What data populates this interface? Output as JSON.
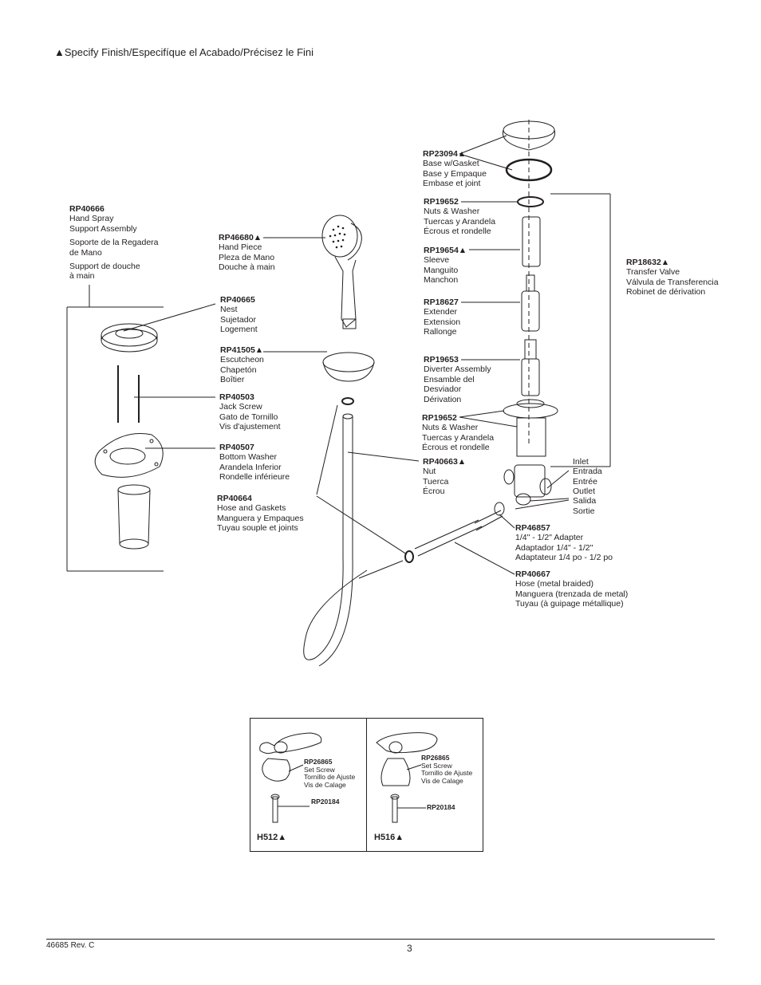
{
  "header": {
    "specify_note": "▲Specify Finish/Especifíque el Acabado/Précisez le Fini"
  },
  "parts": {
    "rp40666": {
      "code": "RP40666",
      "l1": "Hand Spray",
      "l2": "Support Assembly",
      "l3": "Soporte de la Regadera",
      "l4": "de Mano",
      "l5": "Support de douche",
      "l6": "à main"
    },
    "rp46680": {
      "code": "RP46680▲",
      "l1": "Hand Piece",
      "l2": "Pleza de Mano",
      "l3": "Douche à main"
    },
    "rp40665": {
      "code": "RP40665",
      "l1": "Nest",
      "l2": "Sujetador",
      "l3": "Logement"
    },
    "rp41505": {
      "code": "RP41505▲",
      "l1": "Escutcheon",
      "l2": "Chapetón",
      "l3": "Boîtier"
    },
    "rp40503": {
      "code": "RP40503",
      "l1": "Jack Screw",
      "l2": "Gato de Tornillo",
      "l3": "Vis d'ajustement"
    },
    "rp40507": {
      "code": "RP40507",
      "l1": "Bottom Washer",
      "l2": "Arandela Inferior",
      "l3": "Rondelle inférieure"
    },
    "rp40664": {
      "code": "RP40664",
      "l1": "Hose and Gaskets",
      "l2": "Manguera y Empaques",
      "l3": "Tuyau souple et joints"
    },
    "rp23094": {
      "code": "RP23094▲",
      "l1": "Base w/Gasket",
      "l2": "Base y Empaque",
      "l3": "Embase et joint"
    },
    "rp19652a": {
      "code": "RP19652",
      "l1": "Nuts & Washer",
      "l2": "Tuercas y Arandela",
      "l3": "Écrous et rondelle"
    },
    "rp19654": {
      "code": "RP19654▲",
      "l1": "Sleeve",
      "l2": "Manguito",
      "l3": "Manchon"
    },
    "rp18627": {
      "code": "RP18627",
      "l1": "Extender",
      "l2": "Extension",
      "l3": "Rallonge"
    },
    "rp19653": {
      "code": "RP19653",
      "l1": "Diverter Assembly",
      "l2": "Ensamble del",
      "l3": "Desviador",
      "l4": "Dérivation"
    },
    "rp19652b": {
      "code": "RP19652",
      "l1": "Nuts & Washer",
      "l2": "Tuercas y Arandela",
      "l3": "Écrous et rondelle"
    },
    "rp40663": {
      "code": "RP40663▲",
      "l1": "Nut",
      "l2": "Tuerca",
      "l3": "Écrou"
    },
    "rp18632": {
      "code": "RP18632▲",
      "l1": "Transfer Valve",
      "l2": "Válvula de Transferencia",
      "l3": "Robinet de dérivation"
    },
    "inlet": {
      "l1": "Inlet",
      "l2": "Entrada",
      "l3": "Entrée"
    },
    "outlet": {
      "l1": "Outlet",
      "l2": "Salida",
      "l3": "Sortie"
    },
    "rp46857": {
      "code": "RP46857",
      "l1": "1/4\" - 1/2\" Adapter",
      "l2": "Adaptador 1/4\" - 1/2\"",
      "l3": "Adaptateur 1/4 po - 1/2 po"
    },
    "rp40667": {
      "code": "RP40667",
      "l1": "Hose (metal braided)",
      "l2": "Manguera (trenzada de metal)",
      "l3": "Tuyau (à guipage métallique)"
    }
  },
  "inset": {
    "left": {
      "model": "H512▲",
      "screw_code": "RP26865",
      "screw_l1": "Set Screw",
      "screw_l2": "Tornillo de Ajuste",
      "screw_l3": "Vis de Calage",
      "pin_code": "RP20184"
    },
    "right": {
      "model": "H516▲",
      "screw_code": "RP26865",
      "screw_l1": "Set Screw",
      "screw_l2": "Tornillo de Ajuste",
      "screw_l3": "Vis de Calage",
      "pin_code": "RP20184"
    }
  },
  "footer": {
    "doc_number": "46685  Rev. C",
    "page": "3"
  }
}
